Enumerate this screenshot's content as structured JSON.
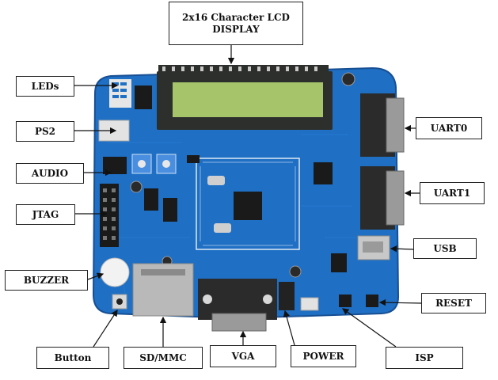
{
  "labels": {
    "lcd": "2x16 Character LCD\nDISPLAY",
    "leds": "LEDs",
    "ps2": "PS2",
    "audio": "AUDIO",
    "jtag": "JTAG",
    "buzzer": "BUZZER",
    "button": "Button",
    "sdmmc": "SD/MMC",
    "vga": "VGA",
    "power": "POWER",
    "isp": "ISP",
    "reset": "RESET",
    "usb": "USB",
    "uart1": "UART1",
    "uart0": "UART0"
  },
  "colors": {
    "board": "#1f6fc4",
    "board_dark": "#174f93",
    "lcd_screen": "#a6c46a",
    "lcd_frame": "#2d2f2c",
    "chip": "#1a1a1a",
    "pin": "#c9c9c9",
    "leader_line": "#111111"
  }
}
